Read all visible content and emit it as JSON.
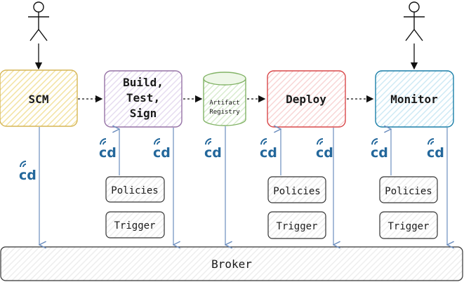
{
  "colors": {
    "scm": "#d6b656",
    "build": "#9673a6",
    "artifact": "#82b366",
    "deploy": "#d9484a",
    "monitor": "#1b7fa8",
    "arrow_blue": "#6c8ebf",
    "cd_icon": "#23679b",
    "box_fill_scm": "#fff8dc",
    "box_fill_build": "#f4effa",
    "box_fill_artifact": "#eef7e8",
    "box_fill_deploy": "#fdeeee",
    "box_fill_monitor": "#e8f5fb"
  },
  "actors": [
    "developer-actor",
    "operator-actor"
  ],
  "nodes": {
    "scm": "SCM",
    "build_line1": "Build,",
    "build_line2": "Test,",
    "build_line3": "Sign",
    "artifact_line1": "Artifact",
    "artifact_line2": "Registry",
    "deploy": "Deploy",
    "monitor": "Monitor"
  },
  "groups": {
    "build": {
      "policies": "Policies",
      "trigger": "Trigger"
    },
    "deploy": {
      "policies": "Policies",
      "trigger": "Trigger"
    },
    "monitor": {
      "policies": "Policies",
      "trigger": "Trigger"
    }
  },
  "cd_icon_text": "cd",
  "broker": "Broker"
}
